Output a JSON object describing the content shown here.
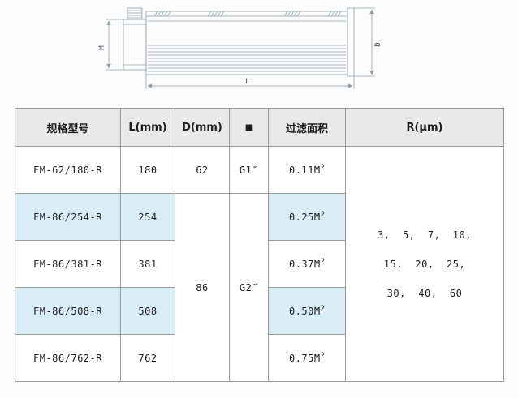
{
  "colors": {
    "header_bg": "#e9e9e9",
    "alt_row_bg": "#d9edf7",
    "table_border": "#9a9a9a",
    "drawing_line": "#8fa0ad"
  },
  "drawing": {
    "labels": {
      "m": "M",
      "d": "D",
      "l": "L"
    }
  },
  "table": {
    "headers": {
      "model": "规格型号",
      "l": "L(mm)",
      "d": "D(mm)",
      "port": "■",
      "area": "过滤面积",
      "r": "R(μm)"
    },
    "rows": [
      {
        "model": "FM-62/180-R",
        "l": "180"
      },
      {
        "model": "FM-86/254-R",
        "l": "254"
      },
      {
        "model": "FM-86/381-R",
        "l": "381"
      },
      {
        "model": "FM-86/508-R",
        "l": "508"
      },
      {
        "model": "FM-86/762-R",
        "l": "762"
      }
    ],
    "d_values": {
      "row0": "62",
      "merged": "86"
    },
    "port_values": {
      "row0": "G1″",
      "merged": "G2″"
    },
    "areas": [
      {
        "base": "0.11M",
        "sup": "2"
      },
      {
        "base": "0.25M",
        "sup": "2"
      },
      {
        "base": "0.37M",
        "sup": "2"
      },
      {
        "base": "0.50M",
        "sup": "2"
      },
      {
        "base": "0.75M",
        "sup": "2"
      }
    ],
    "r_lines": [
      "3,  5,  7,  10,",
      "15,  20,  25,",
      "30,  40,  60"
    ]
  }
}
